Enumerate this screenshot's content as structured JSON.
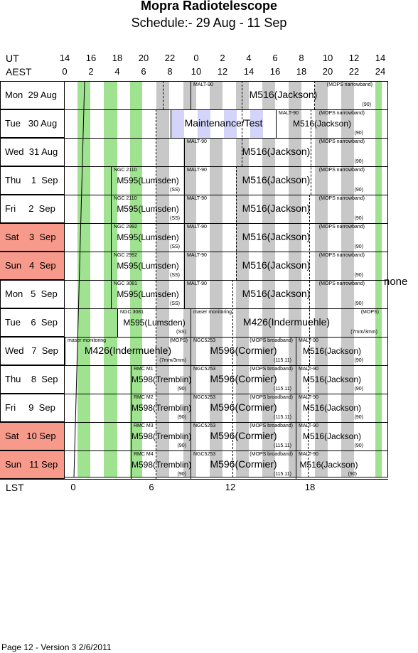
{
  "title": "Mopra Radiotelescope",
  "subtitle": "Schedule:- 29 Aug - 11 Sep",
  "axes": {
    "ut_label": "UT",
    "aest_label": "AEST",
    "lst_label": "LST",
    "ut_ticks": [
      "14",
      "16",
      "18",
      "20",
      "22",
      "0",
      "2",
      "4",
      "6",
      "8",
      "10",
      "12",
      "14"
    ],
    "aest_ticks": [
      "0",
      "2",
      "4",
      "6",
      "8",
      "10",
      "12",
      "14",
      "16",
      "18",
      "20",
      "22",
      "24"
    ],
    "lst_ticks": [
      "0",
      "6",
      "12",
      "18"
    ]
  },
  "days": [
    {
      "label": "Mon  29 Aug",
      "weekend": false
    },
    {
      "label": "Tue   30 Aug",
      "weekend": false
    },
    {
      "label": "Wed  31 Aug",
      "weekend": false
    },
    {
      "label": "Thu    1  Sep",
      "weekend": false
    },
    {
      "label": "Fri     2  Sep",
      "weekend": false
    },
    {
      "label": "Sat    3  Sep",
      "weekend": true
    },
    {
      "label": "Sun   4  Sep",
      "weekend": true
    },
    {
      "label": "Mon   5  Sep",
      "weekend": false
    },
    {
      "label": "Tue    6  Sep",
      "weekend": false
    },
    {
      "label": "Wed   7  Sep",
      "weekend": false
    },
    {
      "label": "Thu    8  Sep",
      "weekend": false
    },
    {
      "label": "Fri     9  Sep",
      "weekend": false
    },
    {
      "label": "Sat   10 Sep",
      "weekend": true
    },
    {
      "label": "Sun   11 Sep",
      "weekend": true
    }
  ],
  "blocks": {
    "r0": {
      "tl": "MALT-90",
      "main": "M516(Jackson)",
      "tr": "(MOPS narrowband)",
      "br": "(90)"
    },
    "r1a": {
      "main": "Maintenance/Test"
    },
    "r1b": {
      "tl": "MALT-90",
      "main": "M516(Jackson)",
      "tr": "(MOPS narrowband)",
      "br": "(90)"
    },
    "r2": {
      "tl": "MALT-90",
      "main": "M516(Jackson)",
      "tr": "(MOPS narrowband)",
      "br": "(90)"
    },
    "r3a": {
      "tl": "NGC 2110",
      "main": "M595(Lumsden)",
      "br": "(SS)"
    },
    "r3b": {
      "tl": "MALT-90",
      "main": "M516(Jackson)",
      "tr": "(MOPS narrowband)",
      "br": "(90)"
    },
    "r4a": {
      "tl": "NGC 2110",
      "main": "M595(Lumsden)",
      "br": "(SS)"
    },
    "r4b": {
      "tl": "MALT-90",
      "main": "M516(Jackson)",
      "tr": "(MOPS narrowband)",
      "br": "(90)"
    },
    "r5a": {
      "tl": "NGC 2992",
      "main": "M595(Lumsden)",
      "br": "(SS)"
    },
    "r5b": {
      "tl": "MALT-90",
      "main": "M516(Jackson)",
      "tr": "(MOPS narrowband)",
      "br": "(90)"
    },
    "r6a": {
      "tl": "NGC 2992",
      "main": "M595(Lumsden)",
      "br": "(SS)"
    },
    "r6b": {
      "tl": "MALT-90",
      "main": "M516(Jackson)",
      "tr": "(MOPS narrowband)",
      "br": "(90)"
    },
    "r7a": {
      "tl": "NGC 3081",
      "main": "M595(Lumsden)",
      "br": "(SS)"
    },
    "r7b": {
      "tl": "MALT-90",
      "main": "M516(Jackson)",
      "tr": "(MOPS narrowband)",
      "br": "(90)"
    },
    "r8a": {
      "tl": "NGC 3081",
      "main": "M595(Lumsden)",
      "br": "(SS)"
    },
    "r8b": {
      "tl": "maser monitoring",
      "main": "M426(Indermuehle)",
      "tr": "(MOPS)",
      "br": "(7mm/3mm)"
    },
    "r9a": {
      "tl": "maser monitoring",
      "main": "M426(Indermuehle)",
      "tr": "(MOPS)",
      "br": "(7mm/3mm)"
    },
    "r9b": {
      "tl": "NGC5253",
      "main": "M596(Cormier)",
      "tr": "(MOPS broadband)",
      "br": "(115.11)"
    },
    "r9c": {
      "tl": "MALT-90",
      "main": "M516(Jackson)",
      "br": "(90)"
    },
    "r10a": {
      "tl": "RMC M1",
      "main": "M598(Tremblin)",
      "br": "(90)"
    },
    "r10b": {
      "tl": "NGC5253",
      "main": "M596(Cormier)",
      "tr": "(MOPS broadband)",
      "br": "(115.11)"
    },
    "r10c": {
      "tl": "MALT-90",
      "main": "M516(Jackson)",
      "br": "(90)"
    },
    "r11a": {
      "tl": "RMC M2",
      "main": "M598(Tremblin)",
      "br": "(90)"
    },
    "r11b": {
      "tl": "NGC5253",
      "main": "M596(Cormier)",
      "tr": "(MOPS broadband)",
      "br": "(115.11)"
    },
    "r11c": {
      "tl": "MALT-90",
      "main": "M516(Jackson)",
      "br": "(90)"
    },
    "r12a": {
      "tl": "RMC M3",
      "main": "M598(Tremblin)",
      "br": "(90)"
    },
    "r12b": {
      "tl": "NGC5253",
      "main": "M596(Cormier)",
      "tr": "(MOPS broadband)",
      "br": "(115.11)"
    },
    "r12c": {
      "tl": "MALT-90",
      "main": "M516(Jackson)",
      "br": "(90)"
    },
    "r13a": {
      "tl": "RMC M4",
      "main": "M598(Tremblin)",
      "br": "(90)"
    },
    "r13b": {
      "tl": "NGC5253",
      "main": "M596(Cormier)",
      "tr": "(MOPS broadband)",
      "br": "(115.11)"
    },
    "r13c": {
      "tl": "MALT-90",
      "main": "M516(Jackson)",
      "br": "(90)"
    }
  },
  "side_note": "none",
  "footer": "Page 12 - Version 3  2/6/2011"
}
